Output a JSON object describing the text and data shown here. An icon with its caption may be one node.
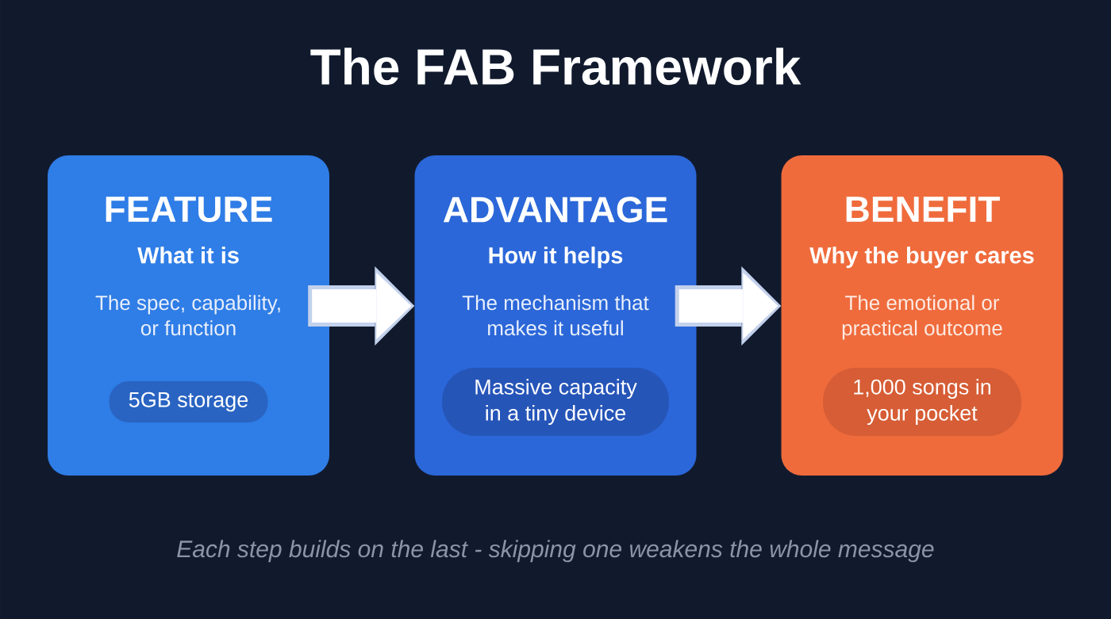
{
  "diagram": {
    "title": "The FAB Framework",
    "caption": "Each step builds on the last - skipping one weakens the whole message",
    "nodes": [
      {
        "text": [
          "FEATURE",
          "What it is",
          "The spec, capability, or function"
        ]
      },
      {
        "text": [
          "5GB storage"
        ],
        "in": 0
      },
      {
        "text": [
          "ADVANTAGE",
          "How it helps",
          "The mechanism that makes it useful"
        ]
      },
      {
        "text": [
          "Massive capacity in a tiny device"
        ],
        "in": 2
      },
      {
        "text": [
          "BENEFIT",
          "Why the buyer cares",
          "The emotional or practical outcome"
        ]
      },
      {
        "text": [
          "1,000 songs in your pocket"
        ],
        "in": 4
      }
    ],
    "edges": [
      {
        "from": 0,
        "to": 2,
        "arrow": "to"
      },
      {
        "from": 2,
        "to": 4,
        "arrow": "to"
      }
    ]
  }
}
